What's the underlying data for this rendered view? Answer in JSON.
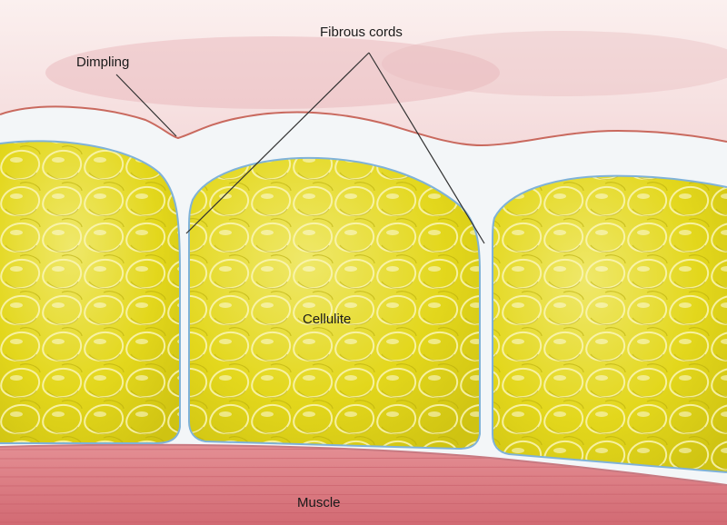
{
  "labels": {
    "dimpling": "Dimpling",
    "fibrous_cords": "Fibrous cords",
    "cellulite": "Cellulite",
    "muscle": "Muscle"
  },
  "colors": {
    "skin_top": "#f7dfe0",
    "skin_dermis": "#eab6b8",
    "skin_edge": "#c9695e",
    "subcutis": "#f3f6f8",
    "fat": "#e7dc1c",
    "fat_highlight": "#f7f2a6",
    "septum_edge": "#7fb2d8",
    "muscle": "#dc7d83",
    "muscle_fiber": "#c55b65",
    "leader_line": "#333333"
  }
}
